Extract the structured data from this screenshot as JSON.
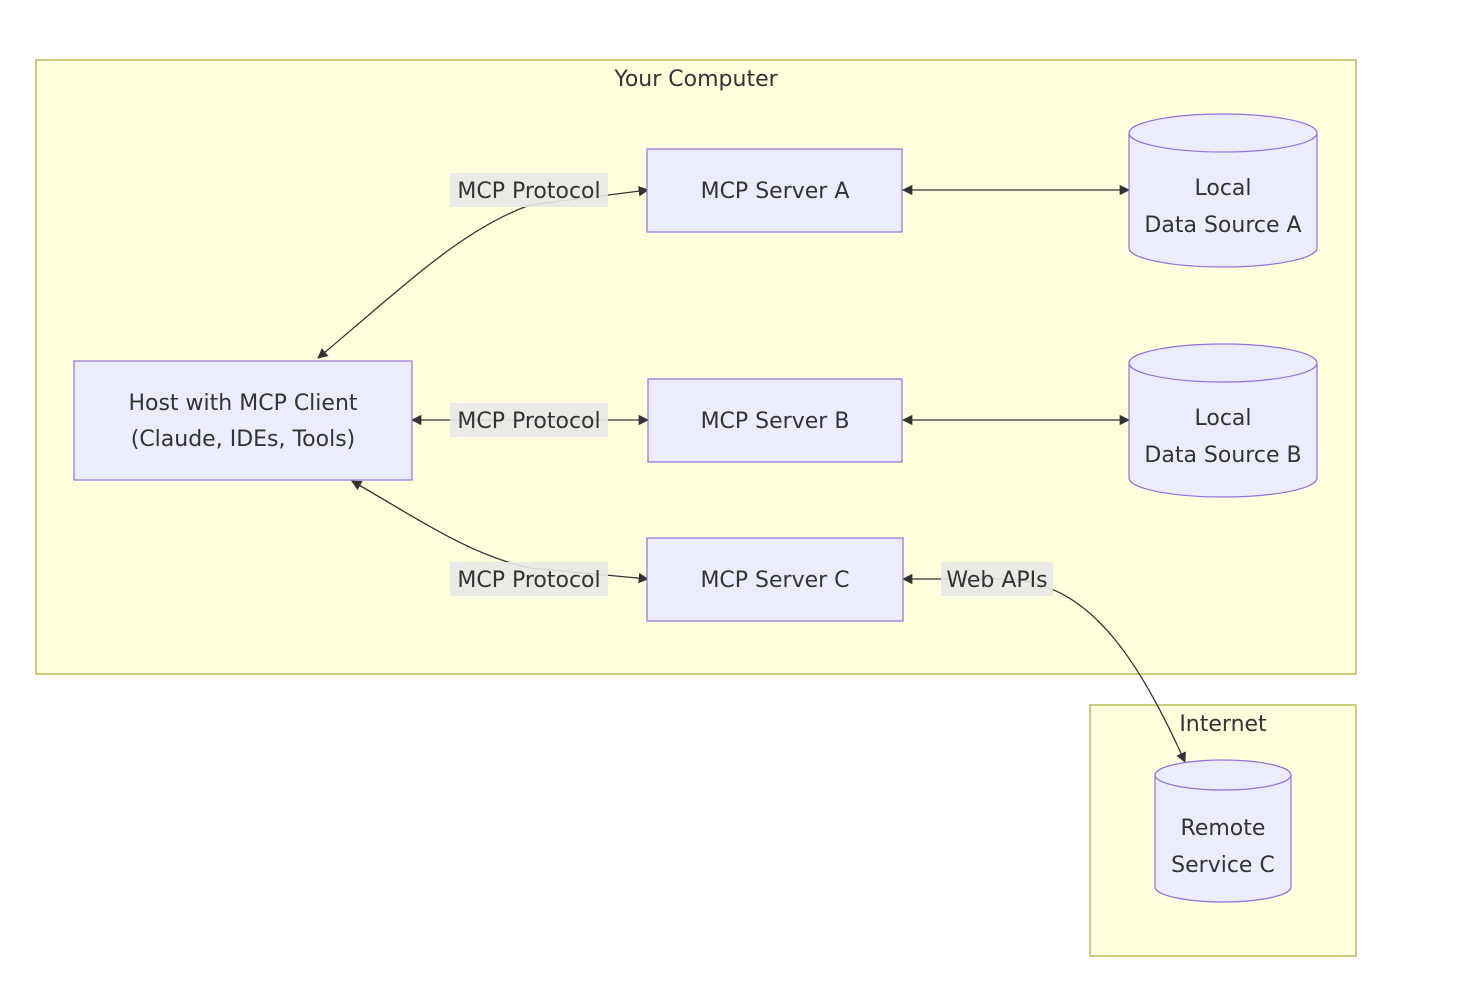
{
  "clusters": {
    "computer": {
      "title": "Your Computer"
    },
    "internet": {
      "title": "Internet"
    }
  },
  "nodes": {
    "host": {
      "line1": "Host with MCP Client",
      "line2": "(Claude, IDEs, Tools)"
    },
    "server_a": {
      "label": "MCP Server A"
    },
    "server_b": {
      "label": "MCP Server B"
    },
    "server_c": {
      "label": "MCP Server C"
    },
    "data_a": {
      "line1": "Local",
      "line2": "Data Source A"
    },
    "data_b": {
      "line1": "Local",
      "line2": "Data Source B"
    },
    "remote_c": {
      "line1": "Remote",
      "line2": "Service C"
    }
  },
  "edges": {
    "host_server_a": {
      "label": "MCP Protocol"
    },
    "host_server_b": {
      "label": "MCP Protocol"
    },
    "host_server_c": {
      "label": "MCP Protocol"
    },
    "server_c_remote": {
      "label": "Web APIs"
    }
  },
  "colors": {
    "cluster_fill": "#ffffde",
    "cluster_stroke": "#aaaa33",
    "node_fill": "#ececff",
    "node_stroke": "#9370db",
    "edge": "#333333",
    "edge_label_bg": "#e8e8e8"
  }
}
